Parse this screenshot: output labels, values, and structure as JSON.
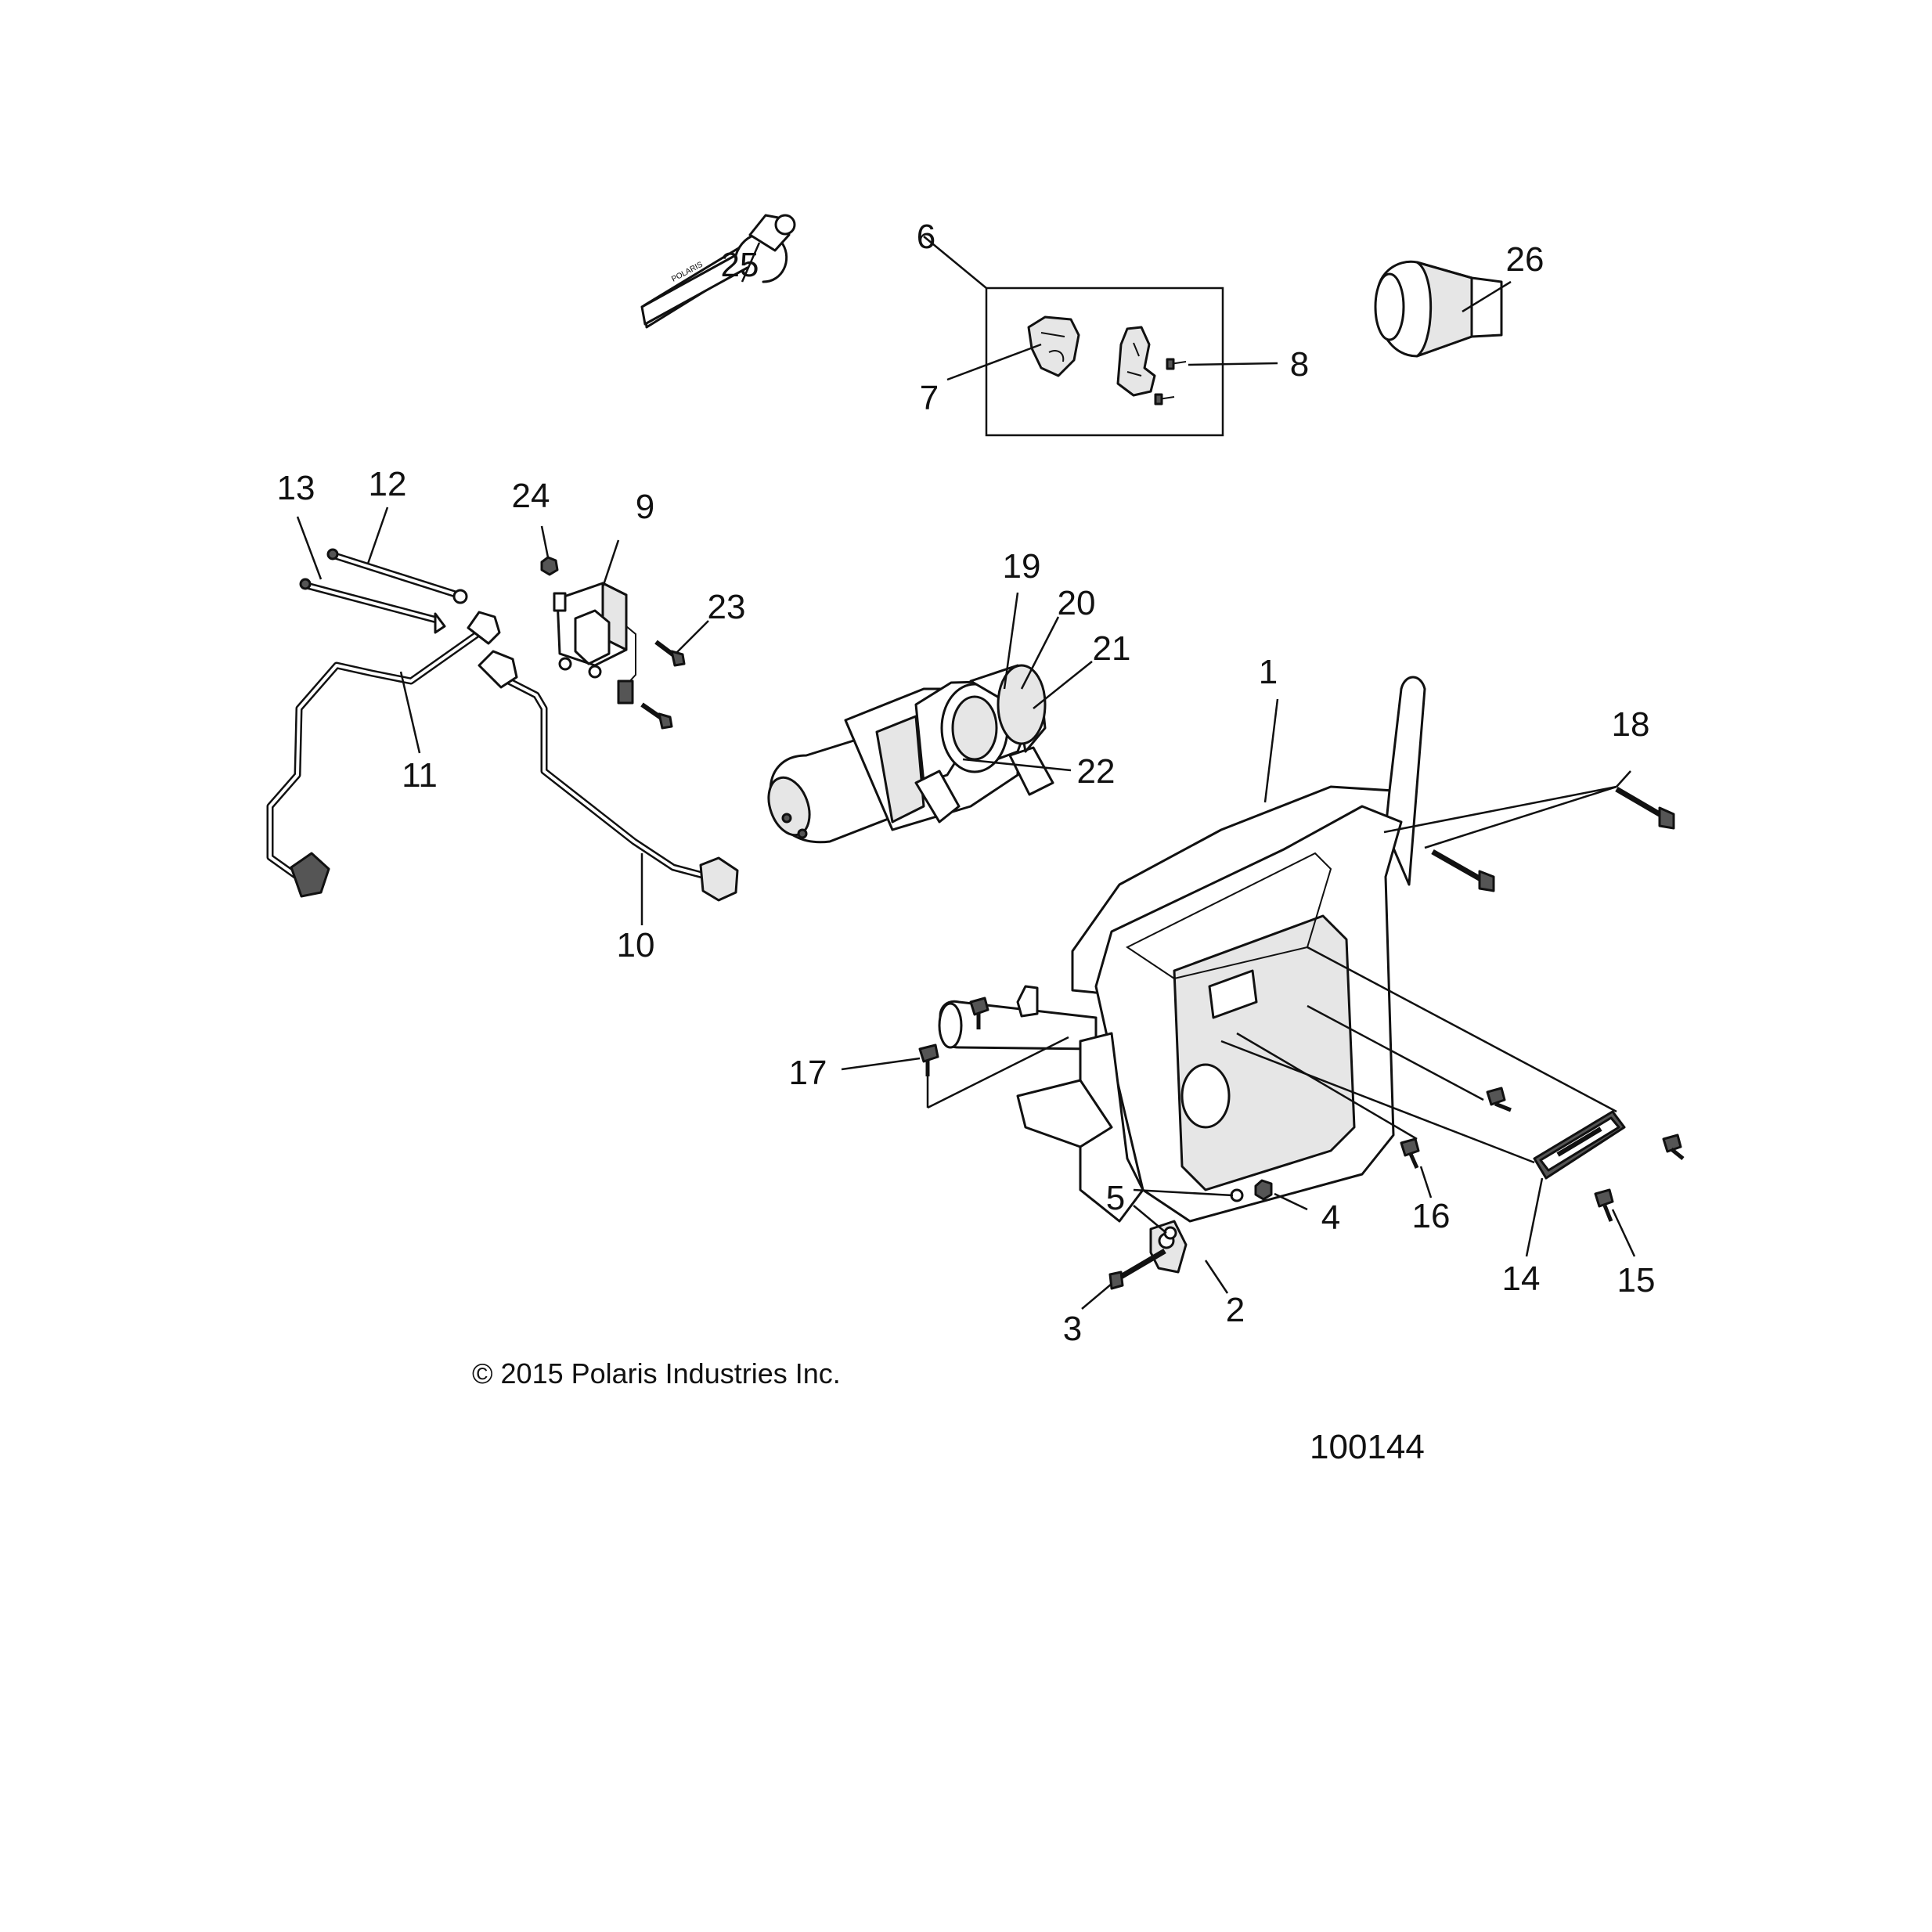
{
  "callouts": [
    {
      "id": "1",
      "label": "1"
    },
    {
      "id": "2",
      "label": "2"
    },
    {
      "id": "3",
      "label": "3"
    },
    {
      "id": "4",
      "label": "4"
    },
    {
      "id": "5",
      "label": "5"
    },
    {
      "id": "6",
      "label": "6"
    },
    {
      "id": "7",
      "label": "7"
    },
    {
      "id": "8",
      "label": "8"
    },
    {
      "id": "9",
      "label": "9"
    },
    {
      "id": "10",
      "label": "10"
    },
    {
      "id": "11",
      "label": "11"
    },
    {
      "id": "12",
      "label": "12"
    },
    {
      "id": "13",
      "label": "13"
    },
    {
      "id": "14",
      "label": "14"
    },
    {
      "id": "15",
      "label": "15"
    },
    {
      "id": "16",
      "label": "16"
    },
    {
      "id": "17",
      "label": "17"
    },
    {
      "id": "18",
      "label": "18"
    },
    {
      "id": "19",
      "label": "19"
    },
    {
      "id": "20",
      "label": "20"
    },
    {
      "id": "21",
      "label": "21"
    },
    {
      "id": "22",
      "label": "22"
    },
    {
      "id": "23",
      "label": "23"
    },
    {
      "id": "24",
      "label": "24"
    },
    {
      "id": "25",
      "label": "25"
    },
    {
      "id": "26",
      "label": "26"
    }
  ],
  "copyright": "© 2015 Polaris Industries Inc.",
  "document_number": "100144",
  "strap_logo_text": "POLARIS"
}
